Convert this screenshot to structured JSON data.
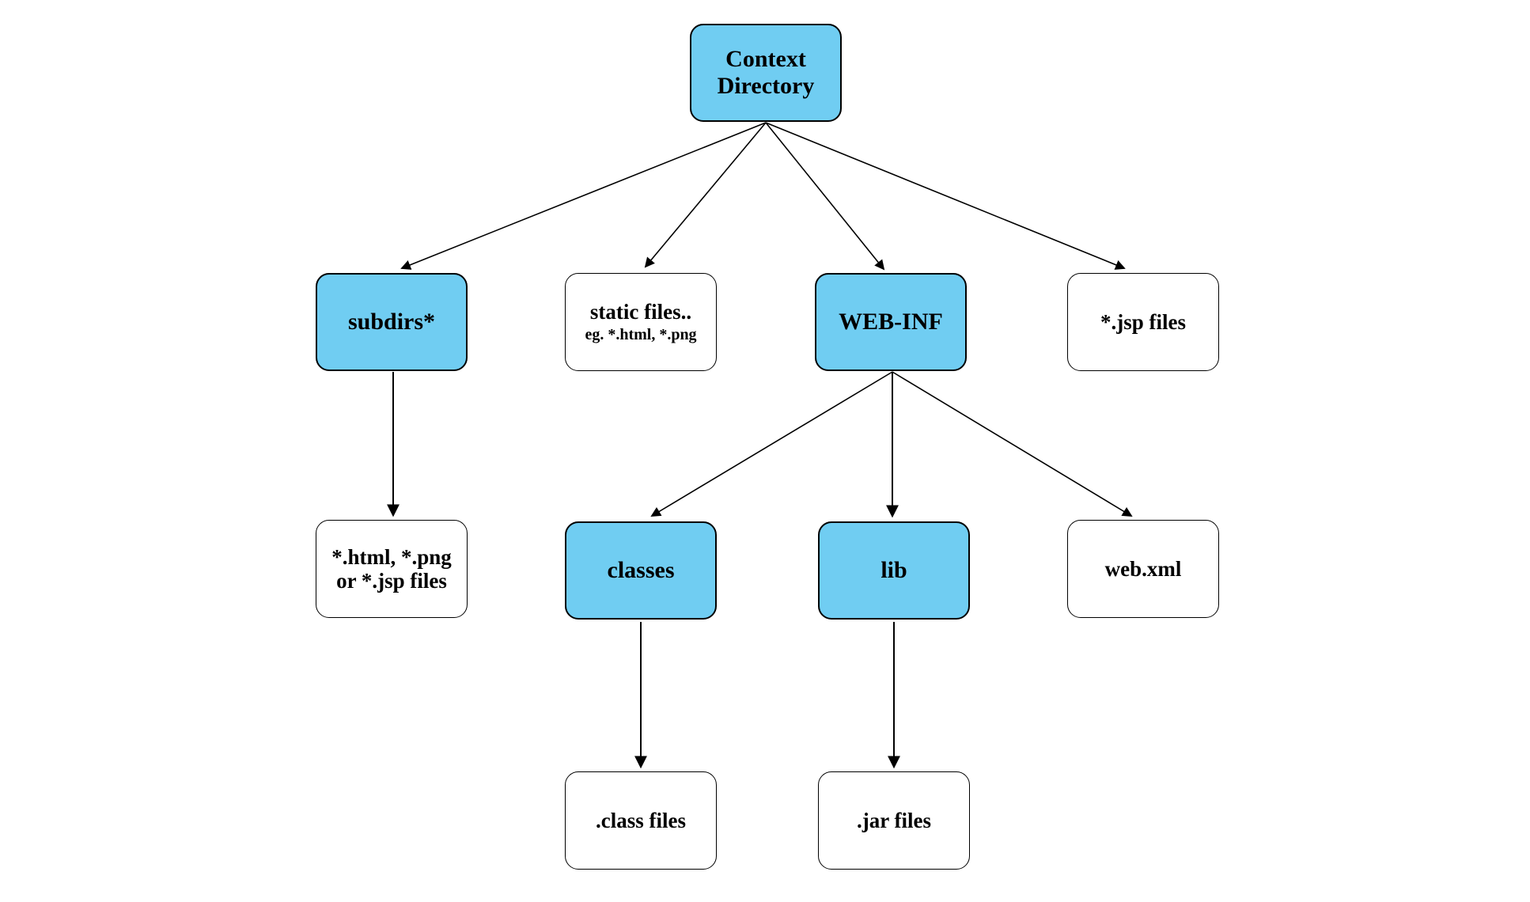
{
  "diagram": {
    "colors": {
      "highlight_fill": "#70cdf2",
      "plain_fill": "#ffffff",
      "border": "#000000",
      "arrow": "#000000",
      "background": "#ffffff"
    },
    "nodes": {
      "context_directory": {
        "line1": "Context",
        "line2": "Directory"
      },
      "subdirs": {
        "label": "subdirs*"
      },
      "static_files": {
        "label": "static files..",
        "sublabel": "eg. *.html, *.png"
      },
      "web_inf": {
        "label": "WEB-INF"
      },
      "jsp_files": {
        "label": "*.jsp files"
      },
      "subdir_contents": {
        "line1": "*.html, *.png",
        "line2": "or *.jsp files"
      },
      "classes": {
        "label": "classes"
      },
      "lib": {
        "label": "lib"
      },
      "web_xml": {
        "label": "web.xml"
      },
      "class_files": {
        "label": ".class files"
      },
      "jar_files": {
        "label": ".jar files"
      }
    }
  }
}
